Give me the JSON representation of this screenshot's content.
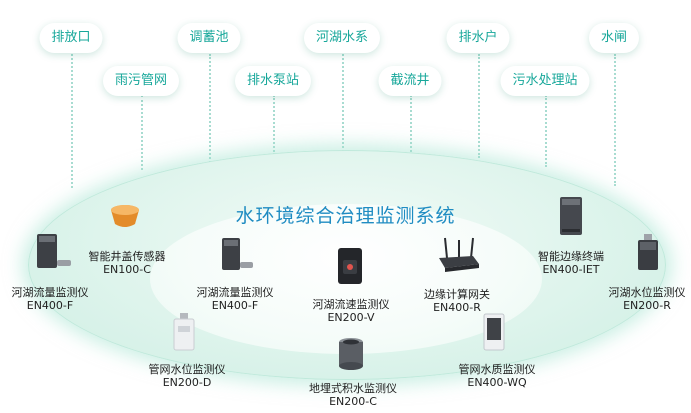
{
  "top_applications": {
    "row1": [
      "排放口",
      "调蓄池",
      "河湖水系",
      "排水户",
      "水闸"
    ],
    "row2": [
      "雨污管网",
      "排水泵站",
      "截流井",
      "污水处理站"
    ]
  },
  "system_title": "水环境综合治理监测系统",
  "devices": [
    {
      "name": "河湖流量监测仪",
      "model": "EN400-F",
      "icon": "flow-meter-box-icon"
    },
    {
      "name": "智能井盖传感器",
      "model": "EN100-C",
      "icon": "manhole-sensor-icon"
    },
    {
      "name": "河湖流量监测仪",
      "model": "EN400-F",
      "icon": "flow-meter-box-icon"
    },
    {
      "name": "河湖流速监测仪",
      "model": "EN200-V",
      "icon": "velocity-meter-icon"
    },
    {
      "name": "边缘计算网关",
      "model": "EN400-R",
      "icon": "edge-gateway-icon"
    },
    {
      "name": "智能边缘终端",
      "model": "EN400-IET",
      "icon": "edge-terminal-icon"
    },
    {
      "name": "河湖水位监测仪",
      "model": "EN200-R",
      "icon": "water-level-radar-icon"
    },
    {
      "name": "管网水位监测仪",
      "model": "EN200-D",
      "icon": "pipe-level-meter-icon"
    },
    {
      "name": "地埋式积水监测仪",
      "model": "EN200-C",
      "icon": "buried-ponding-meter-icon"
    },
    {
      "name": "管网水质监测仪",
      "model": "EN400-WQ",
      "icon": "water-quality-meter-icon"
    }
  ]
}
